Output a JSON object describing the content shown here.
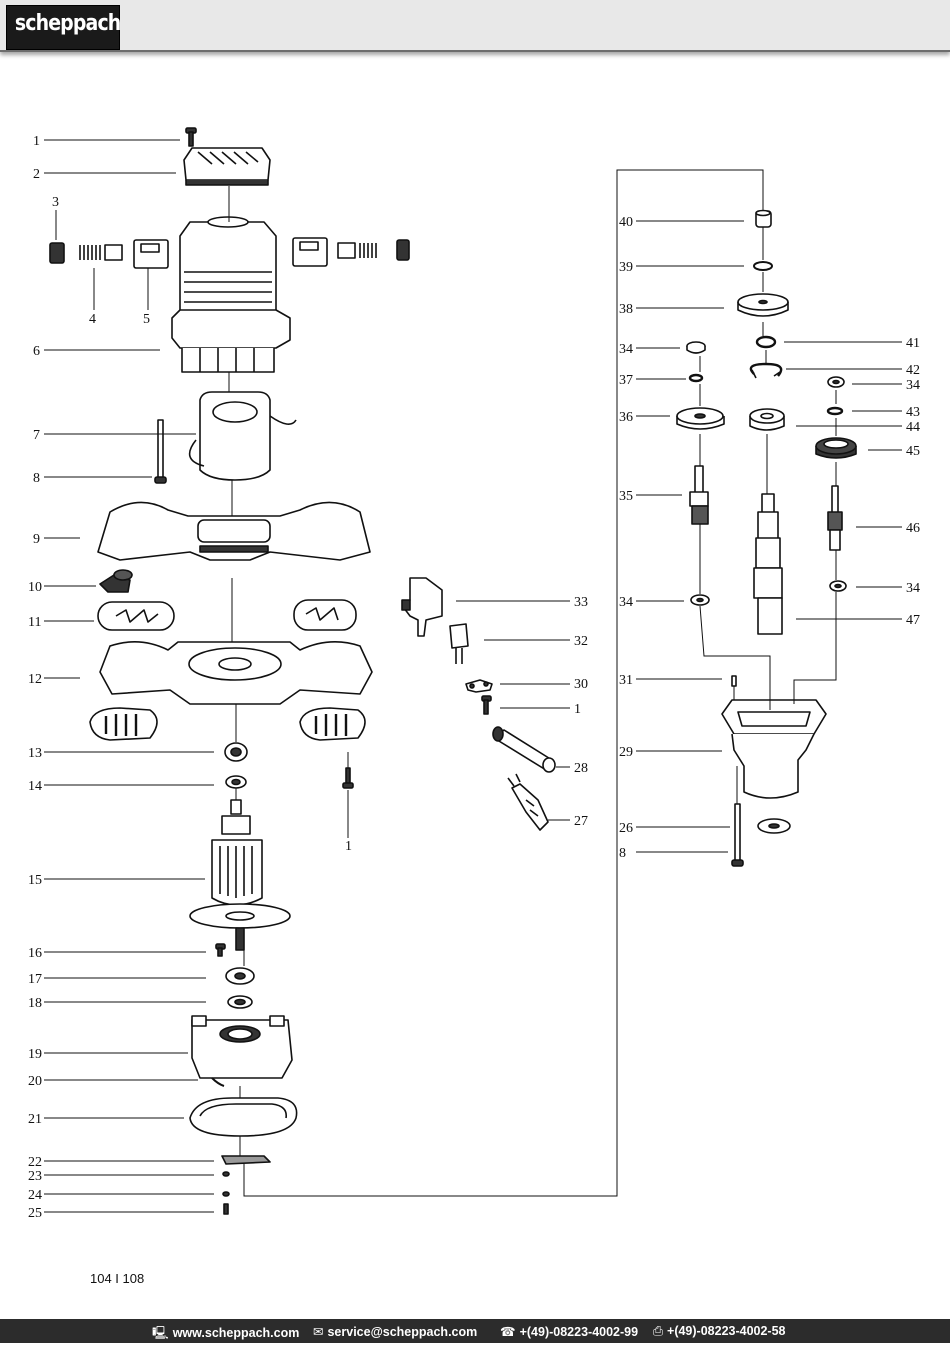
{
  "header": {
    "brand": "scheppach"
  },
  "labels": [
    {
      "id": "l1",
      "text": "1"
    },
    {
      "id": "l2",
      "text": "2"
    },
    {
      "id": "l3",
      "text": "3"
    },
    {
      "id": "l4",
      "text": "4"
    },
    {
      "id": "l5",
      "text": "5"
    },
    {
      "id": "l6",
      "text": "6"
    },
    {
      "id": "l7",
      "text": "7"
    },
    {
      "id": "l8",
      "text": "8"
    },
    {
      "id": "l9",
      "text": "9"
    },
    {
      "id": "l10",
      "text": "10"
    },
    {
      "id": "l11",
      "text": "11"
    },
    {
      "id": "l12",
      "text": "12"
    },
    {
      "id": "l13",
      "text": "13"
    },
    {
      "id": "l14",
      "text": "14"
    },
    {
      "id": "l15",
      "text": "15"
    },
    {
      "id": "l16",
      "text": "16"
    },
    {
      "id": "l17",
      "text": "17"
    },
    {
      "id": "l18",
      "text": "18"
    },
    {
      "id": "l19",
      "text": "19"
    },
    {
      "id": "l20",
      "text": "20"
    },
    {
      "id": "l21",
      "text": "21"
    },
    {
      "id": "l22",
      "text": "22"
    },
    {
      "id": "l23",
      "text": "23"
    },
    {
      "id": "l24",
      "text": "24"
    },
    {
      "id": "l25",
      "text": "25"
    },
    {
      "id": "l1b",
      "text": "1"
    },
    {
      "id": "l33",
      "text": "33"
    },
    {
      "id": "l32",
      "text": "32"
    },
    {
      "id": "l30",
      "text": "30"
    },
    {
      "id": "l1c",
      "text": "1"
    },
    {
      "id": "l28",
      "text": "28"
    },
    {
      "id": "l27",
      "text": "27"
    },
    {
      "id": "l40",
      "text": "40"
    },
    {
      "id": "l39",
      "text": "39"
    },
    {
      "id": "l38",
      "text": "38"
    },
    {
      "id": "l34a",
      "text": "34"
    },
    {
      "id": "l37",
      "text": "37"
    },
    {
      "id": "l36",
      "text": "36"
    },
    {
      "id": "l35",
      "text": "35"
    },
    {
      "id": "l34b",
      "text": "34"
    },
    {
      "id": "l31",
      "text": "31"
    },
    {
      "id": "l29",
      "text": "29"
    },
    {
      "id": "l26",
      "text": "26"
    },
    {
      "id": "l8b",
      "text": "8"
    },
    {
      "id": "l41",
      "text": "41"
    },
    {
      "id": "l42",
      "text": "42"
    },
    {
      "id": "l34c",
      "text": "34"
    },
    {
      "id": "l43",
      "text": "43"
    },
    {
      "id": "l44",
      "text": "44"
    },
    {
      "id": "l45",
      "text": "45"
    },
    {
      "id": "l46",
      "text": "46"
    },
    {
      "id": "l34d",
      "text": "34"
    },
    {
      "id": "l47",
      "text": "47"
    }
  ],
  "page": {
    "number": "104 I 108"
  },
  "footer": {
    "web_icon": "computer-icon",
    "web": "www.scheppach.com",
    "mail_icon": "envelope-icon",
    "mail": "service@scheppach.com",
    "phone_icon": "phone-icon",
    "phone": "+(49)-08223-4002-99",
    "fax_icon": "fax-icon",
    "fax": "+(49)-08223-4002-58"
  }
}
